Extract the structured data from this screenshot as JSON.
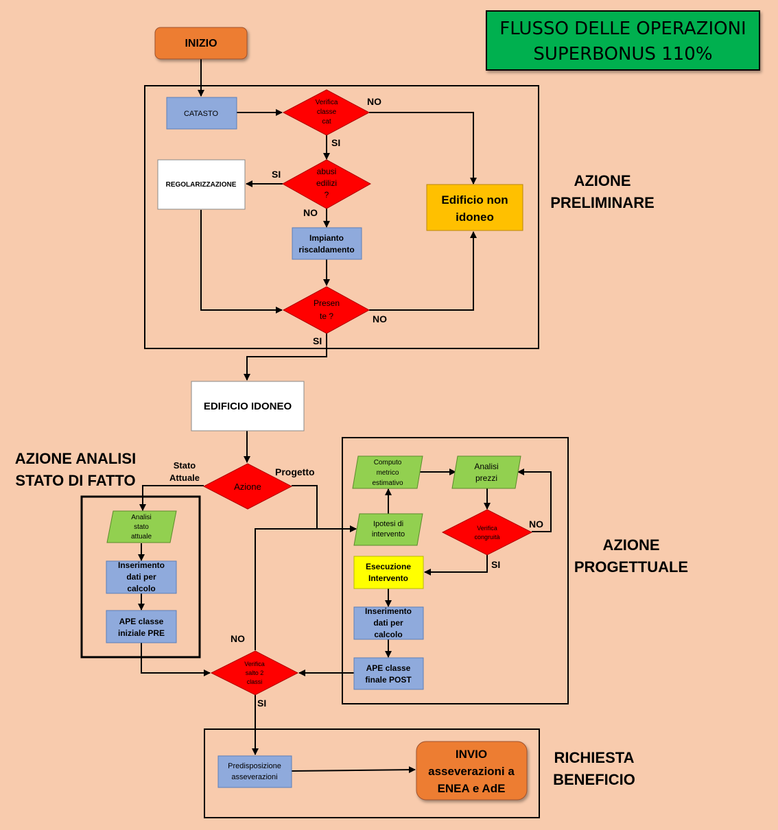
{
  "title": {
    "line1": "FLUSSO DELLE OPERAZIONI",
    "line2": "SUPERBONUS 110%"
  },
  "sections": {
    "preliminare": {
      "line1": "AZIONE",
      "line2": "PRELIMINARE"
    },
    "analisi": {
      "line1": "AZIONE ANALISI",
      "line2": "STATO DI FATTO"
    },
    "progettuale": {
      "line1": "AZIONE",
      "line2": "PROGETTUALE"
    },
    "beneficio": {
      "line1": "RICHIESTA",
      "line2": "BENEFICIO"
    }
  },
  "nodes": {
    "inizio": "INIZIO",
    "catasto": "CATASTO",
    "verifica_classe": {
      "l1": "Verifica",
      "l2": "classe",
      "l3": "cat"
    },
    "abusi": {
      "l1": "abusi",
      "l2": "edilizi",
      "l3": "?"
    },
    "regolarizzazione": "REGOLARIZZAZIONE",
    "impianto": {
      "l1": "Impianto",
      "l2": "riscaldamento"
    },
    "presente": {
      "l1": "Presen",
      "l2": "te ?"
    },
    "non_idoneo": {
      "l1": "Edificio non",
      "l2": "idoneo"
    },
    "idoneo": "EDIFICIO IDONEO",
    "azione": "Azione",
    "analisi_stato": {
      "l1": "Analisi",
      "l2": "stato",
      "l3": "attuale"
    },
    "inserimento1": {
      "l1": "Inserimento",
      "l2": "dati per",
      "l3": "calcolo"
    },
    "ape_pre": {
      "l1": "APE classe",
      "l2": "iniziale PRE"
    },
    "computo": {
      "l1": "Computo",
      "l2": "metrico",
      "l3": "estimativo"
    },
    "analisi_prezzi": {
      "l1": "Analisi",
      "l2": "prezzi"
    },
    "ipotesi": {
      "l1": "Ipotesi di",
      "l2": "intervento"
    },
    "verifica_congruita": {
      "l1": "Verifica",
      "l2": "congruità"
    },
    "esecuzione": {
      "l1": "Esecuzione",
      "l2": "Intervento"
    },
    "inserimento2": {
      "l1": "Inserimento",
      "l2": "dati per",
      "l3": "calcolo"
    },
    "ape_post": {
      "l1": "APE classe",
      "l2": "finale POST"
    },
    "verifica_salto": {
      "l1": "Verifica",
      "l2": "salto 2",
      "l3": "classi"
    },
    "predisposizione": {
      "l1": "Predisposizione",
      "l2": "asseverazioni"
    },
    "invio": {
      "l1": "INVIO",
      "l2": "asseverazioni a",
      "l3": "ENEA e AdE"
    }
  },
  "labels": {
    "no_1": "NO",
    "si_1": "SI",
    "si_2": "SI",
    "no_2": "NO",
    "no_3": "NO",
    "si_3": "SI",
    "stato_attuale": {
      "l1": "Stato",
      "l2": "Attuale"
    },
    "progetto": "Progetto",
    "no_4": "NO",
    "si_4": "SI",
    "no_5": "NO",
    "si_5": "SI"
  },
  "colors": {
    "background": "#f8cbad",
    "orange": "#ed7d31",
    "green_title": "#00b050",
    "blue_box": "#8faadc",
    "red_decision": "#ff0000",
    "gold": "#ffc000",
    "light_green": "#92d050",
    "yellow": "#ffff00"
  }
}
